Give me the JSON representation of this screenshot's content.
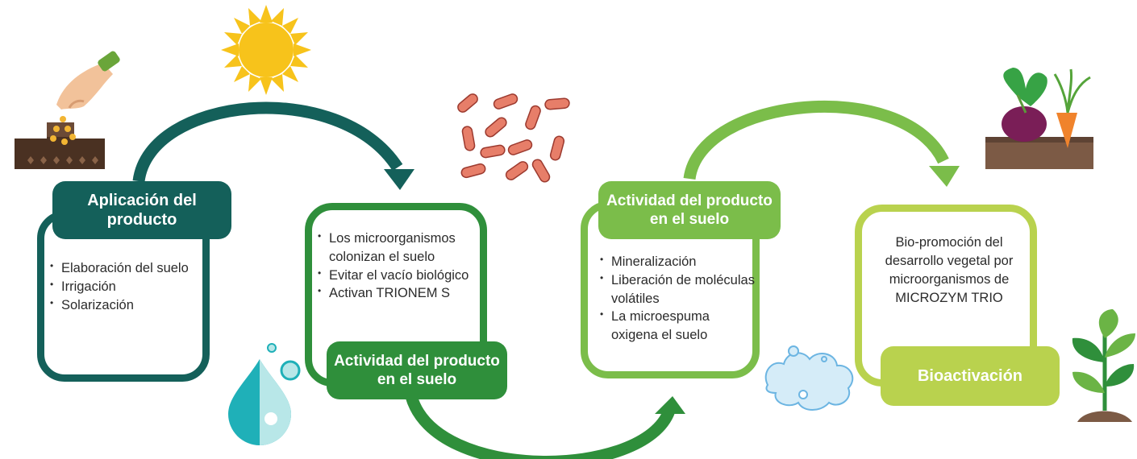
{
  "stages": [
    {
      "title": "Aplicación del producto",
      "bullets": [
        "Elaboración del suelo",
        "Irrigación",
        "Solarización"
      ],
      "color": "#14605a"
    },
    {
      "title": "Actividad del producto en el suelo",
      "bullets": [
        "Los microorganismos colonizan el suelo",
        "Evitar el vacío biológico",
        "Activan TRIONEM S"
      ],
      "color": "#2f8f3b"
    },
    {
      "title": "Actividad del producto en el suelo",
      "bullets": [
        "Mineralización",
        "Liberación de moléculas volátiles",
        "La microespuma oxigena el suelo"
      ],
      "color": "#7bbd4a"
    },
    {
      "title": "Bioactivación",
      "text": "Bio-promoción del desarrollo vegetal por microorganismos de MICROZYM TRIO",
      "color": "#b9d24e"
    }
  ],
  "icons": [
    "hand-sowing-seeds-icon",
    "sun-icon",
    "bacteria-icon",
    "water-drop-icon",
    "foam-icon",
    "beet-carrot-icon",
    "seedling-icon"
  ]
}
